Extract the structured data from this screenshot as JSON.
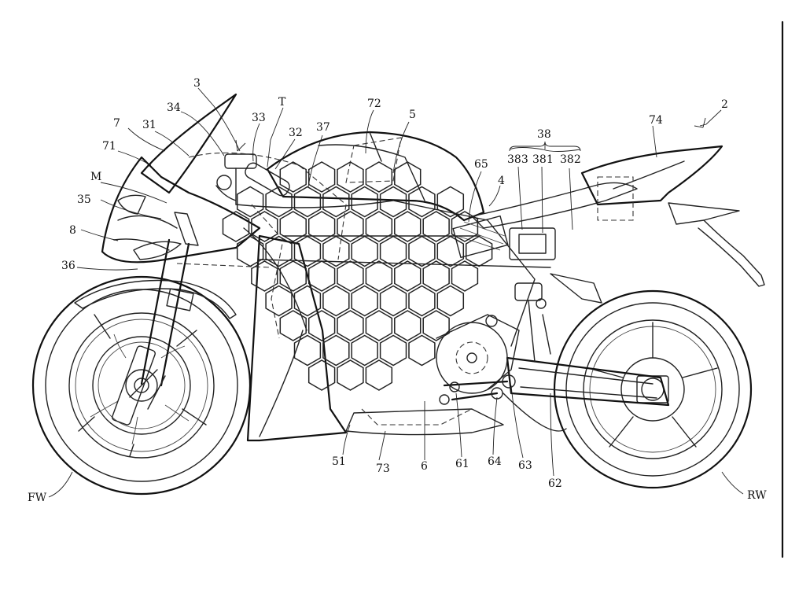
{
  "labels": [
    {
      "id": "2",
      "text": "2"
    },
    {
      "id": "3",
      "text": "3"
    },
    {
      "id": "34",
      "text": "34"
    },
    {
      "id": "T",
      "text": "T"
    },
    {
      "id": "72",
      "text": "72"
    },
    {
      "id": "5",
      "text": "5"
    },
    {
      "id": "7",
      "text": "7"
    },
    {
      "id": "31",
      "text": "31"
    },
    {
      "id": "33",
      "text": "33"
    },
    {
      "id": "32",
      "text": "32"
    },
    {
      "id": "37",
      "text": "37"
    },
    {
      "id": "38",
      "text": "38"
    },
    {
      "id": "74",
      "text": "74"
    },
    {
      "id": "71",
      "text": "71"
    },
    {
      "id": "65",
      "text": "65"
    },
    {
      "id": "383",
      "text": "383"
    },
    {
      "id": "381",
      "text": "381"
    },
    {
      "id": "382",
      "text": "382"
    },
    {
      "id": "M",
      "text": "M"
    },
    {
      "id": "4",
      "text": "4"
    },
    {
      "id": "35",
      "text": "35"
    },
    {
      "id": "8",
      "text": "8"
    },
    {
      "id": "36",
      "text": "36"
    },
    {
      "id": "51",
      "text": "51"
    },
    {
      "id": "73",
      "text": "73"
    },
    {
      "id": "6",
      "text": "6"
    },
    {
      "id": "61",
      "text": "61"
    },
    {
      "id": "64",
      "text": "64"
    },
    {
      "id": "63",
      "text": "63"
    },
    {
      "id": "62",
      "text": "62"
    },
    {
      "id": "FW",
      "text": "FW"
    },
    {
      "id": "RW",
      "text": "RW"
    }
  ]
}
